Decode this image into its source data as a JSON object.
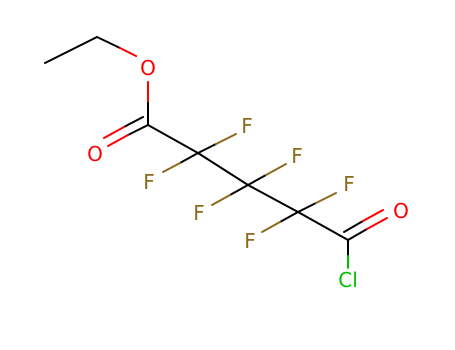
{
  "colors": {
    "background": "#ffffff",
    "carbon_bond": "#000000",
    "oxygen": "#ff0000",
    "fluorine": "#8c6a1a",
    "chlorine": "#00c000"
  },
  "molecule": {
    "atoms": [
      {
        "id": "o_ether",
        "text": "O",
        "element": "oxygen"
      },
      {
        "id": "o_ester_carbonyl",
        "text": "O",
        "element": "oxygen"
      },
      {
        "id": "f1",
        "text": "F",
        "element": "fluorine"
      },
      {
        "id": "f2",
        "text": "F",
        "element": "fluorine"
      },
      {
        "id": "f3",
        "text": "F",
        "element": "fluorine"
      },
      {
        "id": "f4",
        "text": "F",
        "element": "fluorine"
      },
      {
        "id": "f5",
        "text": "F",
        "element": "fluorine"
      },
      {
        "id": "f6",
        "text": "F",
        "element": "fluorine"
      },
      {
        "id": "o_acyl_carbonyl",
        "text": "O",
        "element": "oxygen"
      },
      {
        "id": "cl",
        "text": "Cl",
        "element": "chlorine"
      }
    ]
  }
}
